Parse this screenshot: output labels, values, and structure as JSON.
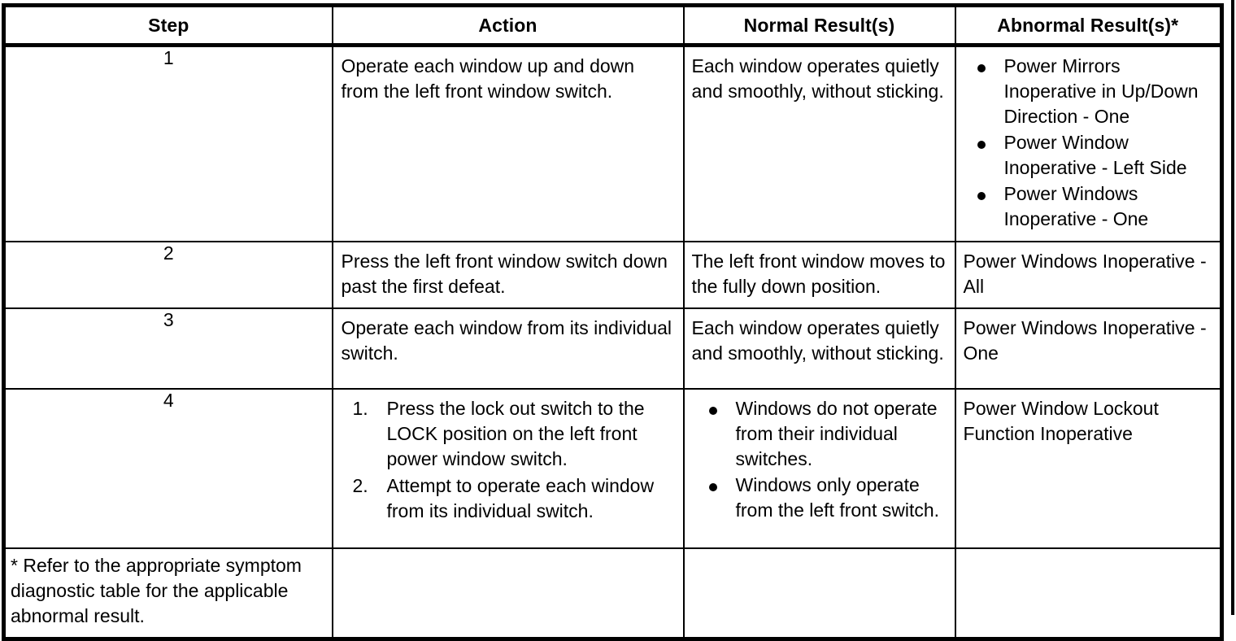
{
  "table": {
    "columns": [
      {
        "key": "step",
        "label": "Step"
      },
      {
        "key": "action",
        "label": "Action"
      },
      {
        "key": "normal",
        "label": "Normal Result(s)"
      },
      {
        "key": "abnormal",
        "label": "Abnormal Result(s)*"
      }
    ],
    "rows": [
      {
        "step": "1",
        "action": "Operate each window up and down from the left front window switch.",
        "normal": "Each window operates quietly and smoothly, without sticking.",
        "abnormal_bullets": [
          "Power Mirrors Inoperative in Up/Down Direction - One",
          "Power Window Inoperative - Left Side",
          "Power Windows Inoperative - One"
        ]
      },
      {
        "step": "2",
        "action": "Press the left front window switch down past the first defeat.",
        "normal": "The left front window moves to the fully down position.",
        "abnormal": "Power Windows Inoperative - All"
      },
      {
        "step": "3",
        "action": "Operate each window from its individual switch.",
        "normal": "Each window operates quietly and smoothly, without sticking.",
        "abnormal": "Power Windows Inoperative - One"
      },
      {
        "step": "4",
        "action_steps": [
          {
            "number": "1.",
            "text": "Press the lock out switch to the LOCK position on the left front power window switch."
          },
          {
            "number": "2.",
            "text": "Attempt to operate each window from its individual switch."
          }
        ],
        "normal_bullets": [
          "Windows do not operate from their individual switches.",
          "Windows only operate from the left front switch."
        ],
        "abnormal": "Power Window Lockout Function Inoperative"
      }
    ],
    "footnote": "* Refer to the appropriate symptom diagnostic table for the applicable abnormal result."
  },
  "colors": {
    "border": "#000000",
    "background": "#ffffff",
    "text": "#000000"
  }
}
